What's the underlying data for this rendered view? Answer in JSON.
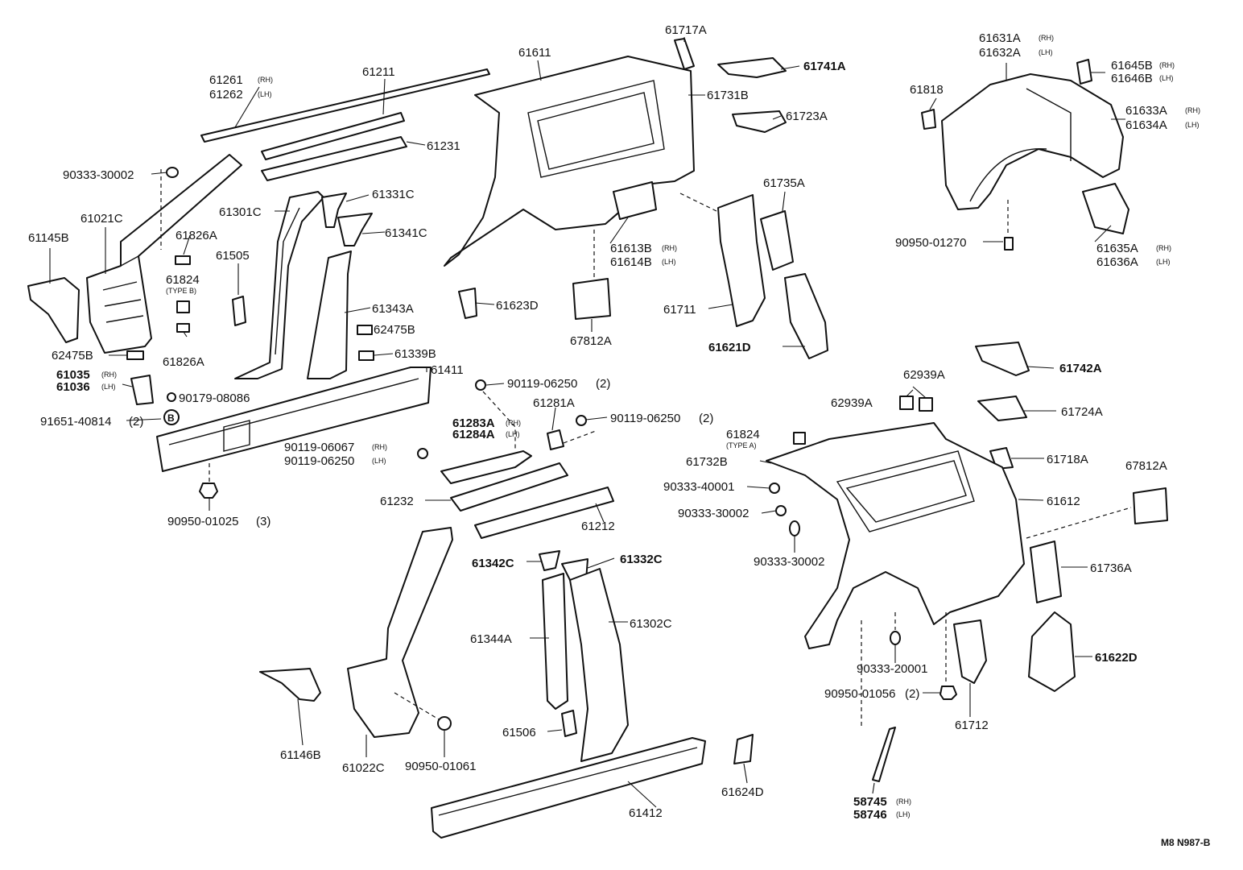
{
  "diagram": {
    "reference_code": "M8 N987-B",
    "callout_B": "B",
    "labels": {
      "p61261": "61261",
      "p61261_side": "(RH)",
      "p61262": "61262",
      "p61262_side": "(LH)",
      "p61211": "61211",
      "p61231": "61231",
      "p90333_30002_a": "90333-30002",
      "p61145B": "61145B",
      "p61021C": "61021C",
      "p61826A_a": "61826A",
      "p61824_b": "61824",
      "p61824_b_type": "(TYPE B)",
      "p61826A_b": "61826A",
      "p61505": "61505",
      "p61301C": "61301C",
      "p61331C": "61331C",
      "p61341C": "61341C",
      "p61343A": "61343A",
      "p62475B_a": "62475B",
      "p62475B_b": "62475B",
      "p61339B": "61339B",
      "p61035": "61035",
      "p61035_side": "(RH)",
      "p61036": "61036",
      "p61036_side": "(LH)",
      "p90179_08086": "90179-08086",
      "p91651_40814": "91651-40814",
      "p91651_40814_qty": "(2)",
      "p61411": "61411",
      "p90119_06250_a": "90119-06250",
      "p90119_06250_a_qty": "(2)",
      "p61281A": "61281A",
      "p90119_06250_b": "90119-06250",
      "p90119_06250_b_qty": "(2)",
      "p61283A": "61283A",
      "p61283A_side": "(RH)",
      "p61284A": "61284A",
      "p61284A_side": "(LH)",
      "p90119_06067": "90119-06067",
      "p90119_06067_side": "(RH)",
      "p90119_06250_c": "90119-06250",
      "p90119_06250_c_side": "(LH)",
      "p90950_01025": "90950-01025",
      "p90950_01025_qty": "(3)",
      "p61232": "61232",
      "p61212": "61212",
      "p61342C": "61342C",
      "p61332C": "61332C",
      "p61344A": "61344A",
      "p61302C": "61302C",
      "p61506": "61506",
      "p61146B": "61146B",
      "p61022C": "61022C",
      "p90950_01061": "90950-01061",
      "p61412": "61412",
      "p61624D": "61624D",
      "p61611": "61611",
      "p61717A": "61717A",
      "p61741A": "61741A",
      "p61731B": "61731B",
      "p61723A": "61723A",
      "p61613B": "61613B",
      "p61613B_side": "(RH)",
      "p61614B": "61614B",
      "p61614B_side": "(LH)",
      "p61623D": "61623D",
      "p67812A_a": "67812A",
      "p61735A": "61735A",
      "p61711": "61711",
      "p61621D": "61621D",
      "p61631A": "61631A",
      "p61631A_side": "(RH)",
      "p61632A": "61632A",
      "p61632A_side": "(LH)",
      "p61645B": "61645B",
      "p61645B_side": "(RH)",
      "p61646B": "61646B",
      "p61646B_side": "(LH)",
      "p61818": "61818",
      "p61633A": "61633A",
      "p61633A_side": "(RH)",
      "p61634A": "61634A",
      "p61634A_side": "(LH)",
      "p90950_01270": "90950-01270",
      "p61635A": "61635A",
      "p61635A_side": "(RH)",
      "p61636A": "61636A",
      "p61636A_side": "(LH)",
      "p61742A": "61742A",
      "p62939A_a": "62939A",
      "p62939A_b": "62939A",
      "p61724A": "61724A",
      "p61824_a": "61824",
      "p61824_a_type": "(TYPE A)",
      "p61732B": "61732B",
      "p61718A": "61718A",
      "p67812A_b": "67812A",
      "p90333_40001": "90333-40001",
      "p90333_30002_b": "90333-30002",
      "p90333_30002_c": "90333-30002",
      "p61612": "61612",
      "p61736A": "61736A",
      "p90333_20001": "90333-20001",
      "p90950_01056": "90950-01056",
      "p90950_01056_qty": "(2)",
      "p61622D": "61622D",
      "p61712": "61712",
      "p58745": "58745",
      "p58745_side": "(RH)",
      "p58746": "58746",
      "p58746_side": "(LH)"
    }
  }
}
